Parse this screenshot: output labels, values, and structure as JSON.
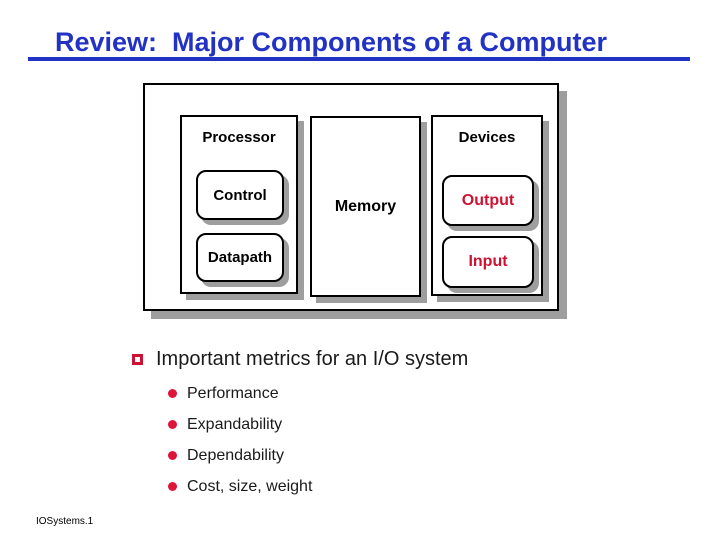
{
  "colors": {
    "title_blue": "#2233C4",
    "accent_red": "#CE1233",
    "bullet_red": "#DD1538",
    "shadow_gray": "#9E9E9E",
    "text_black": "#1A1A1A"
  },
  "header": {
    "title": "Review:  Major Components of a Computer"
  },
  "diagram": {
    "processor": {
      "label": "Processor",
      "children": [
        {
          "label": "Control"
        },
        {
          "label": "Datapath"
        }
      ]
    },
    "memory": {
      "label": "Memory"
    },
    "devices": {
      "label": "Devices",
      "children": [
        {
          "label": "Output"
        },
        {
          "label": "Input"
        }
      ]
    }
  },
  "bullets": {
    "level1": "Important metrics for an I/O system",
    "level2": [
      "Performance",
      "Expandability",
      "Dependability",
      "Cost, size, weight"
    ]
  },
  "footer": {
    "slide_label": "IOSystems.1"
  },
  "icons": {
    "level1_bullet": "open-square",
    "level2_bullet": "filled-circle"
  }
}
